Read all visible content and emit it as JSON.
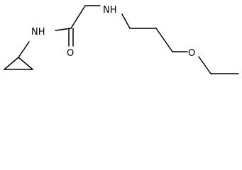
{
  "molecule": {
    "atoms": {
      "nh_amide": "NH",
      "nh_amine": "NH",
      "carbonyl_o": "O",
      "ether_o": "O"
    }
  }
}
